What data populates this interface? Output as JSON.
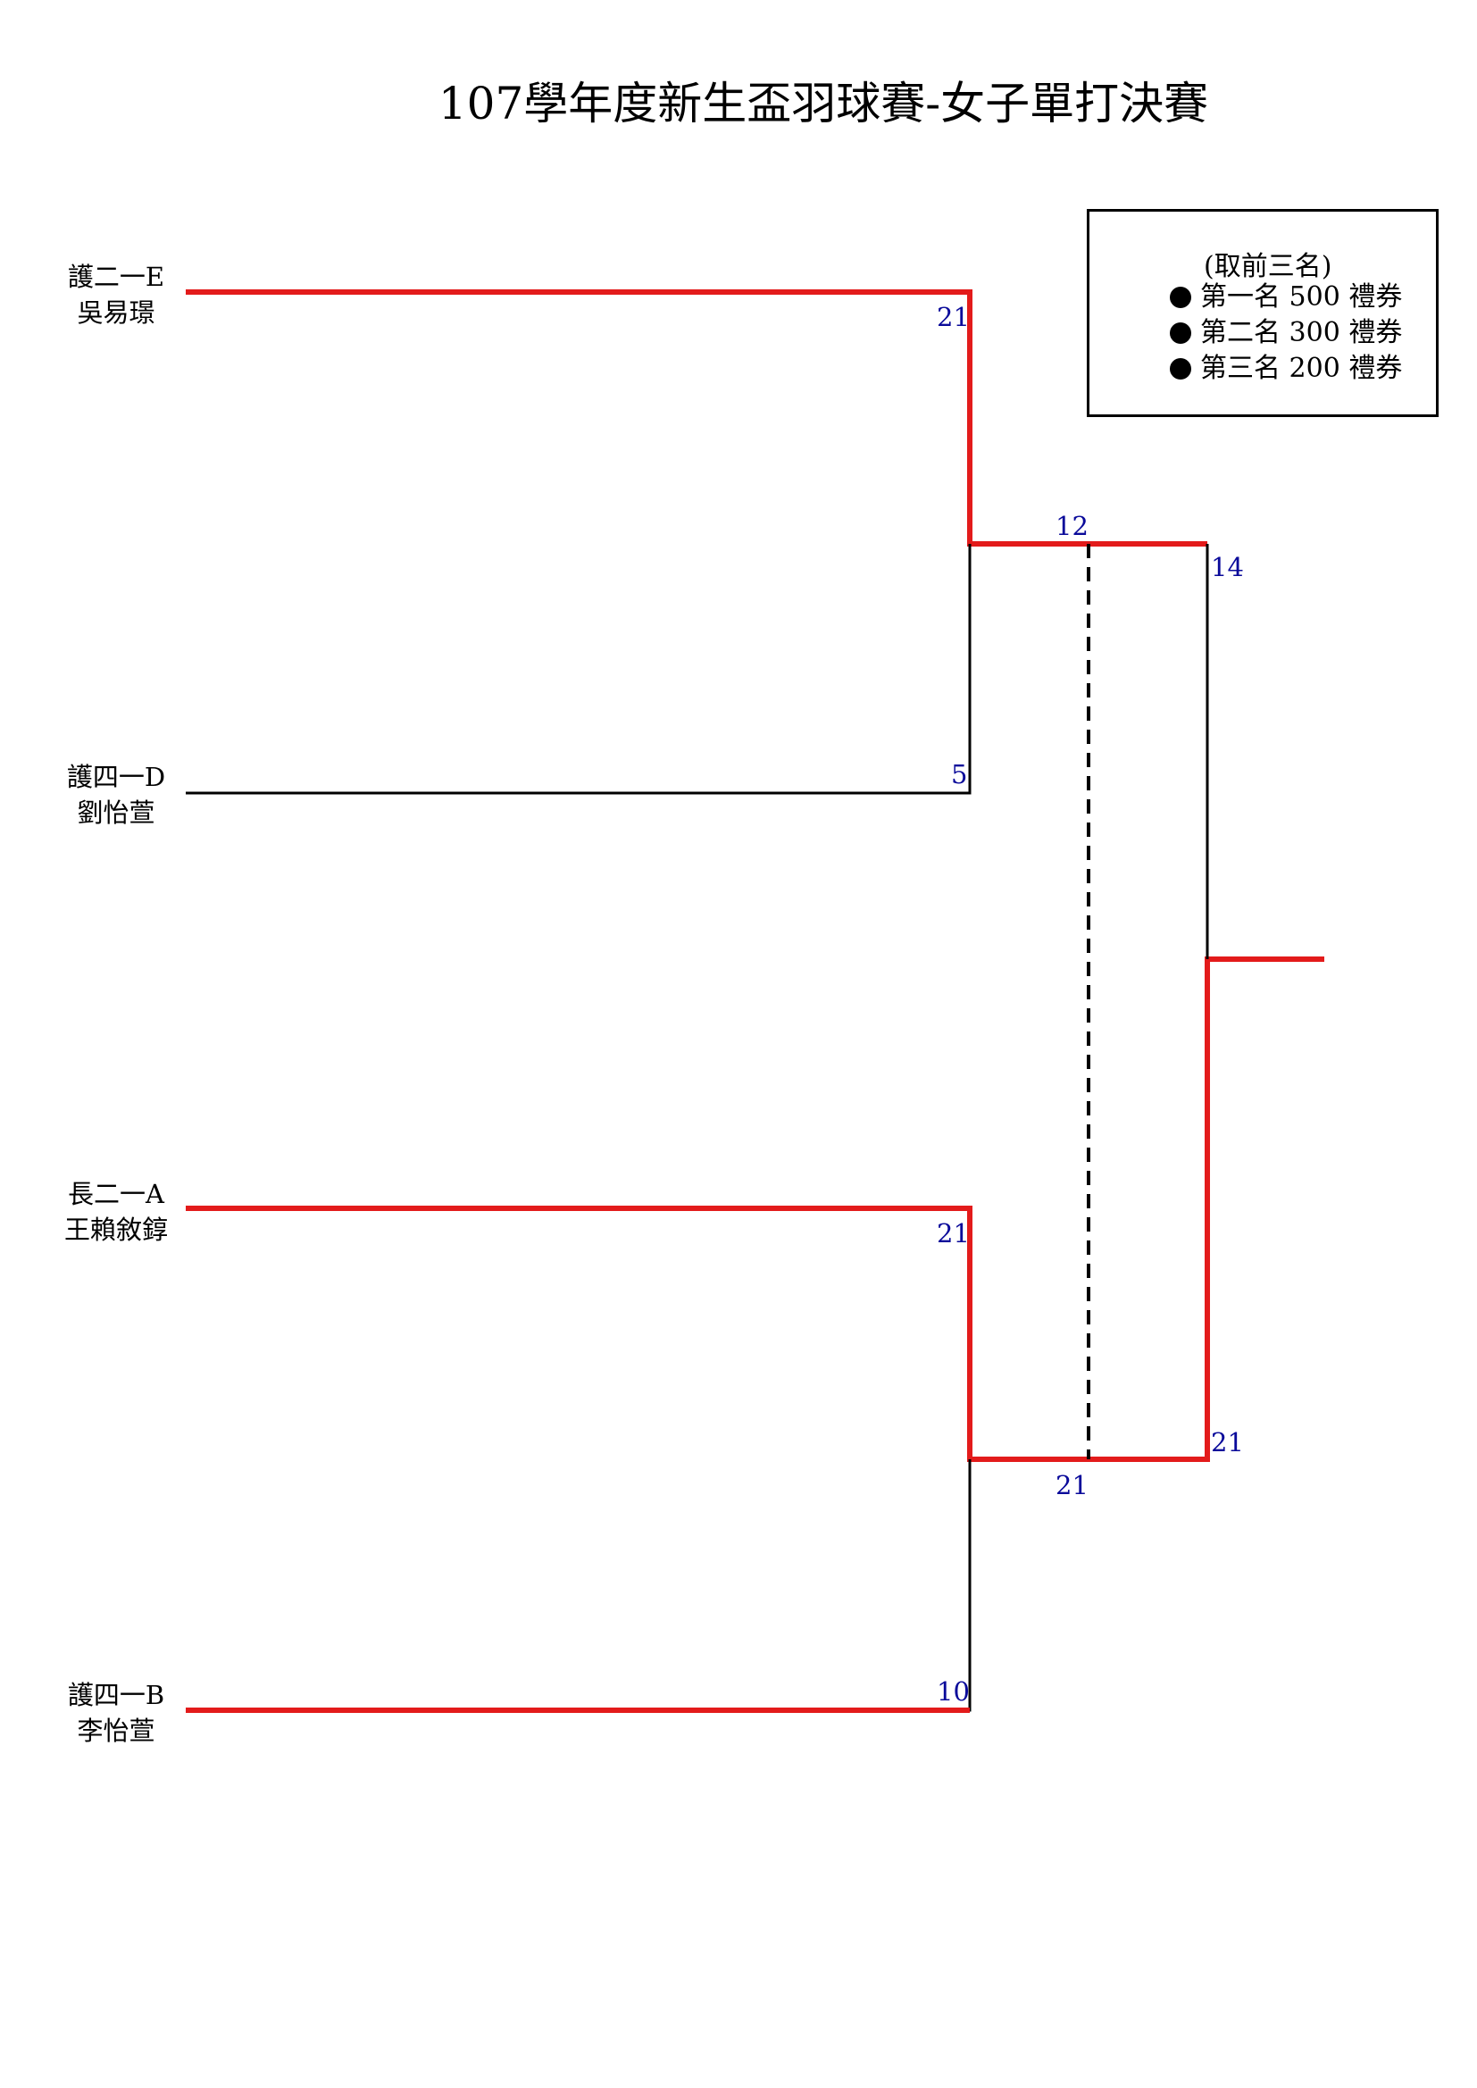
{
  "title": "107學年度新生盃羽球賽-女子單打決賽",
  "players": [
    {
      "class_name": "護二一E",
      "name": "吳易璟"
    },
    {
      "class_name": "護四一D",
      "name": "劉怡萱"
    },
    {
      "class_name": "長二一A",
      "name": "王賴敘錞"
    },
    {
      "class_name": "護四一B",
      "name": "李怡萱"
    }
  ],
  "scores": {
    "semi1_top": "21",
    "semi1_bottom": "5",
    "semi2_top": "21",
    "semi2_bottom": "10",
    "third_place_top": "12",
    "third_place_bottom": "21",
    "final_top": "14",
    "final_bottom": "21"
  },
  "prize": {
    "note": "(取前三名)",
    "items": [
      {
        "rank": "第一名",
        "amount": "500",
        "reward": "禮券"
      },
      {
        "rank": "第二名",
        "amount": "300",
        "reward": "禮券"
      },
      {
        "rank": "第三名",
        "amount": "200",
        "reward": "禮券"
      }
    ]
  },
  "colors": {
    "winner_line": "#e31b1b",
    "loser_line": "#000000",
    "score_text": "#0a0a9a"
  }
}
